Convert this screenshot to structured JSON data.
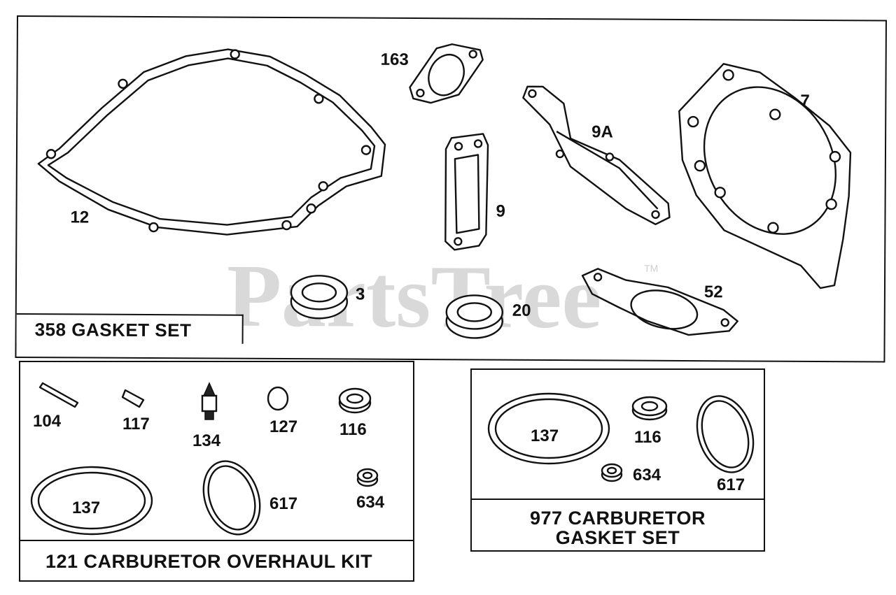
{
  "watermark": {
    "brand": "PartsTree",
    "trademark": "TM"
  },
  "kits": [
    {
      "id": "gasket-set",
      "title": "358 GASKET SET",
      "parts": [
        "163",
        "7",
        "9A",
        "9",
        "12",
        "3",
        "20",
        "52"
      ]
    },
    {
      "id": "carb-overhaul",
      "title": "121 CARBURETOR OVERHAUL KIT",
      "parts": [
        "104",
        "117",
        "134",
        "127",
        "116",
        "137",
        "617",
        "634"
      ]
    },
    {
      "id": "carb-gasket",
      "title_line1": "977 CARBURETOR",
      "title_line2": "GASKET SET",
      "parts": [
        "137",
        "116",
        "634",
        "617"
      ]
    }
  ]
}
